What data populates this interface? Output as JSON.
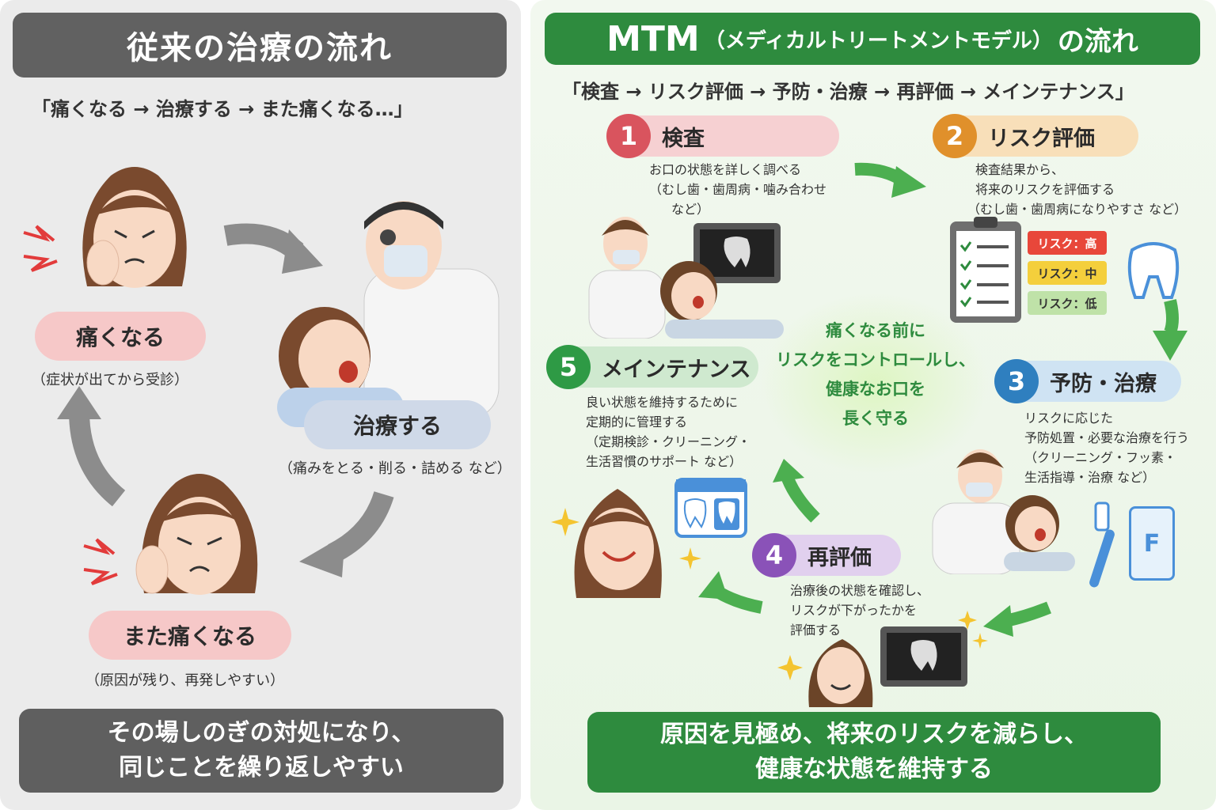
{
  "left": {
    "title": "従来の治療の流れ",
    "subtitle": "「痛くなる → 治療する → また痛くなる…」",
    "steps": [
      {
        "label": "痛くなる",
        "note": "（症状が出てから受診）"
      },
      {
        "label": "治療する",
        "note": "（痛みをとる・削る・詰める など）"
      },
      {
        "label": "また痛くなる",
        "note": "（原因が残り、再発しやすい）"
      }
    ],
    "bottom": [
      "その場しのぎの対処になり、",
      "同じことを繰り返しやすい"
    ]
  },
  "right": {
    "title_main": "MTM",
    "title_paren": "（メディカルトリートメントモデル）",
    "title_tail": "の流れ",
    "subtitle": "「検査 → リスク評価 → 予防・治療 → 再評価 → メインテナンス」",
    "steps": [
      {
        "num": "1",
        "title": "検査",
        "desc": [
          "お口の状態を詳しく調べる",
          "（むし歯・歯周病・噛み合わせ",
          "など）"
        ]
      },
      {
        "num": "2",
        "title": "リスク評価",
        "desc": [
          "検査結果から、",
          "将来のリスクを評価する",
          "（むし歯・歯周病になりやすさ など）"
        ]
      },
      {
        "num": "3",
        "title": "予防・治療",
        "desc": [
          "リスクに応じた",
          "予防処置・必要な治療を行う",
          "（クリーニング・フッ素・",
          "生活指導・治療 など）"
        ]
      },
      {
        "num": "4",
        "title": "再評価",
        "desc": [
          "治療後の状態を確認し、",
          "リスクが下がったかを",
          "評価する"
        ]
      },
      {
        "num": "5",
        "title": "メインテナンス",
        "desc": [
          "良い状態を維持するために",
          "定期的に管理する",
          "（定期検診・クリーニング・",
          "生活習慣のサポート など）"
        ]
      }
    ],
    "risk_tags": [
      "リスク：高",
      "リスク：中",
      "リスク：低"
    ],
    "toothpaste_letter": "F",
    "center": [
      "痛くなる前に",
      "リスクをコントロールし、",
      "健康なお口を",
      "長く守る"
    ],
    "bottom": [
      "原因を見極め、将来のリスクを減らし、",
      "健康な状態を維持する"
    ]
  },
  "colors": {
    "step1": "#d9545e",
    "step2": "#e0902b",
    "step3": "#2f7fbf",
    "step4": "#8a52b8",
    "step5": "#2e9a45",
    "green": "#2e8b3e",
    "gray": "#616161"
  }
}
